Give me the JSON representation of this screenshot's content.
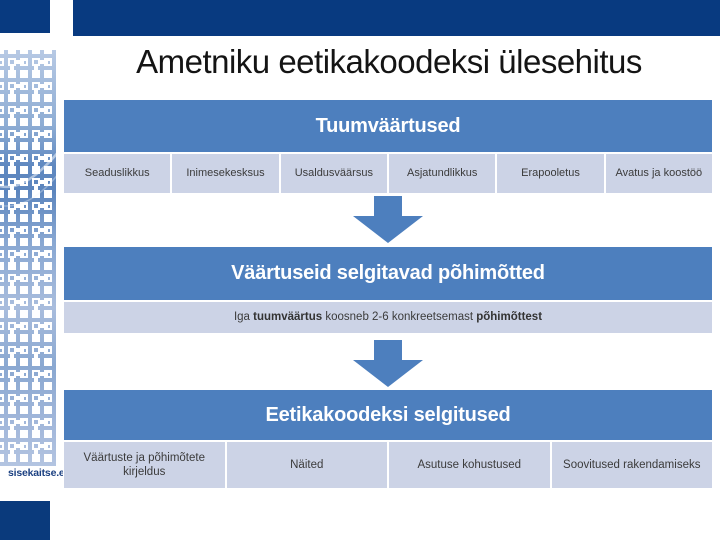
{
  "slide": {
    "title": "Ametniku eetikakoodeksi ülesehitus"
  },
  "branding": {
    "logo_text": "sisekaitse.e"
  },
  "colors": {
    "template_navy": "#083a80",
    "header_blue": "#4d7fbe",
    "cell_light_blue": "#ccd3e6",
    "arrow_blue": "#4d7fbe",
    "logo_text_navy": "#1c4182"
  },
  "diagram": {
    "sections": [
      {
        "header": "Tuumväärtused",
        "cells": [
          "Seaduslikkus",
          "Inimesekesksus",
          "Usaldusväärsus",
          "Asjatundlikkus",
          "Erapooletus",
          "Avatus ja koostöö"
        ]
      },
      {
        "header": "Väärtuseid selgitavad põhimõtted",
        "note": {
          "prefix": "Iga ",
          "bold1": "tuumväärtus",
          "middle": " koosneb 2-6 konkreetsemast ",
          "bold2": "põhimõttest"
        }
      },
      {
        "header": "Eetikakoodeksi selgitused",
        "cells": [
          "Väärtuste ja põhimõtete kirjeldus",
          "Näited",
          "Asutuse kohustused",
          "Soovitused rakendamiseks"
        ]
      }
    ]
  }
}
